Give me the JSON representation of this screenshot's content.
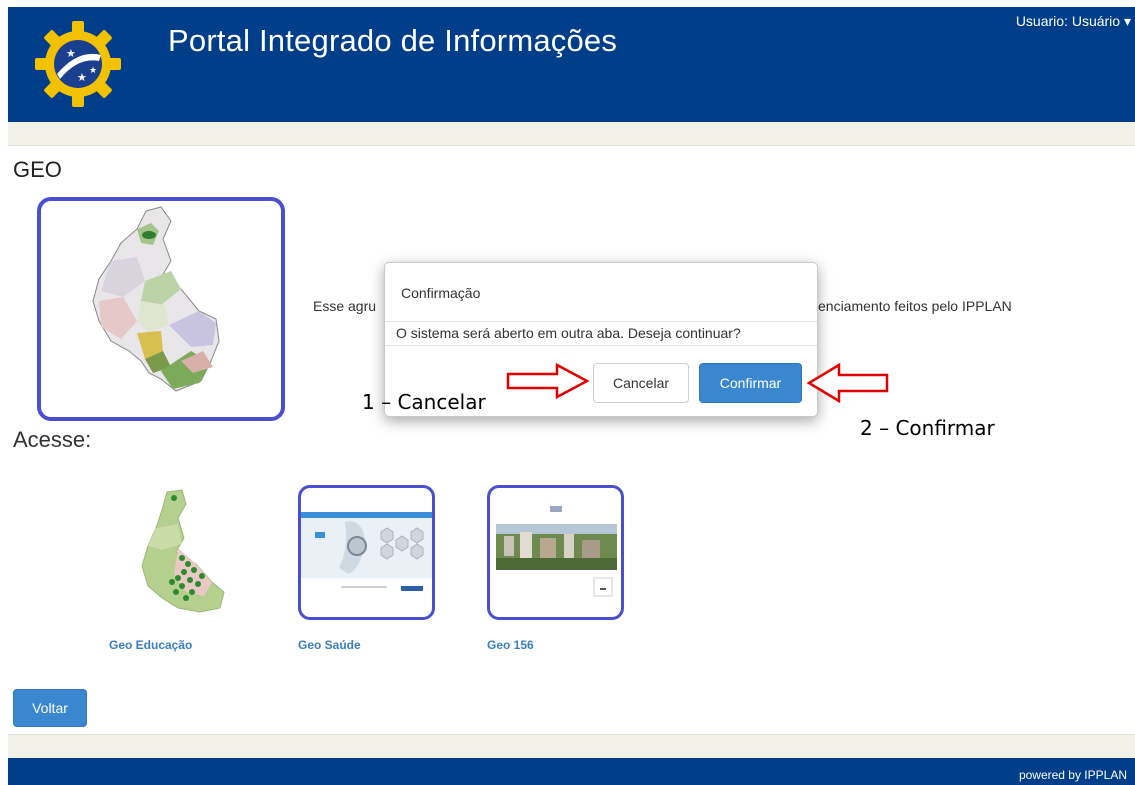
{
  "header": {
    "title": "Portal Integrado de Informações",
    "user_menu": "Usuario: Usuário ▾",
    "logo_icon": "gear-stars-logo-icon"
  },
  "main": {
    "section_title": "GEO",
    "description_left": "Esse agru",
    "description_right": "enciamento feitos pelo IPPLAN",
    "access_title": "Acesse:",
    "links": [
      {
        "label": "Geo Educação",
        "icon": "map-icon"
      },
      {
        "label": "Geo Saúde",
        "icon": "stethoscope-icon"
      },
      {
        "label": "Geo 156",
        "icon": "city-photo-icon"
      }
    ],
    "back_button": "Voltar"
  },
  "modal": {
    "title": "Confirmação",
    "message": "O sistema será aberto em outra aba. Deseja continuar?",
    "cancel_label": "Cancelar",
    "confirm_label": "Confirmar"
  },
  "annotations": {
    "cancel_note": "1 – Cancelar",
    "confirm_note": "2 – Confirmar",
    "arrow_color": "#e00000"
  },
  "footer": {
    "text": "powered by IPPLAN"
  },
  "colors": {
    "header_bg": "#003e8a",
    "accent_blue": "#3a87d0",
    "card_border": "#4a4fd0",
    "link_blue": "#3a7fc1"
  }
}
